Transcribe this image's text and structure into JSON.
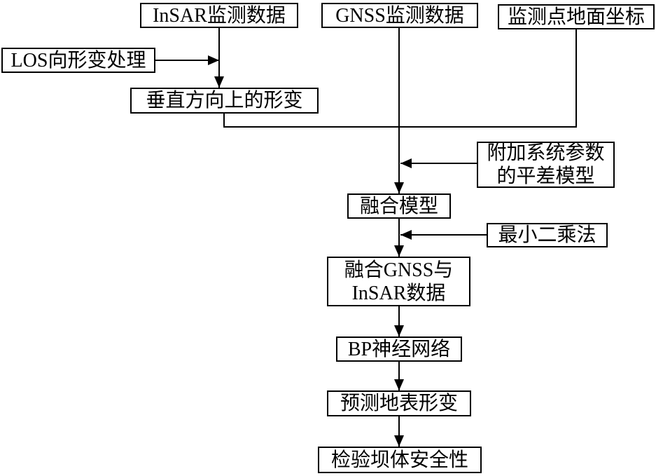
{
  "colors": {
    "page-bg": "#ffffff",
    "box-bg": "#ffffff",
    "box-border": "#000000",
    "text": "#000000",
    "line": "#000000"
  },
  "diagram": {
    "type": "flowchart",
    "nodes": {
      "insar_data": {
        "label": "InSAR监测数据"
      },
      "gnss_data": {
        "label": "GNSS监测数据"
      },
      "ground_coords": {
        "label": "监测点地面坐标"
      },
      "los_processing": {
        "label": "LOS向形变处理"
      },
      "vertical_deformation": {
        "label": "垂直方向上的形变"
      },
      "adjustment_model": {
        "label": "附加系统参数\n的平差模型"
      },
      "fusion_model": {
        "label": "融合模型"
      },
      "least_squares": {
        "label": "最小二乘法"
      },
      "fusion_gnss_insar": {
        "label": "融合GNSS与\nInSAR数据"
      },
      "bp_network": {
        "label": "BP神经网络"
      },
      "predict_deformation": {
        "label": "预测地表形变"
      },
      "dam_safety": {
        "label": "检验坝体安全性"
      }
    },
    "edges": [
      {
        "from": "insar_data",
        "to": "vertical_deformation",
        "type": "arrow"
      },
      {
        "from": "los_processing",
        "to": "vertical_deformation",
        "type": "arrow"
      },
      {
        "from": "vertical_deformation",
        "to": "fusion_model",
        "type": "merge"
      },
      {
        "from": "ground_coords",
        "to": "fusion_model",
        "type": "merge"
      },
      {
        "from": "gnss_data",
        "to": "fusion_model",
        "type": "arrow"
      },
      {
        "from": "adjustment_model",
        "to": "fusion_model",
        "type": "arrow"
      },
      {
        "from": "fusion_model",
        "to": "fusion_gnss_insar",
        "type": "arrow"
      },
      {
        "from": "least_squares",
        "to": "fusion_gnss_insar",
        "type": "arrow"
      },
      {
        "from": "fusion_gnss_insar",
        "to": "bp_network",
        "type": "arrow"
      },
      {
        "from": "bp_network",
        "to": "predict_deformation",
        "type": "arrow"
      },
      {
        "from": "predict_deformation",
        "to": "dam_safety",
        "type": "arrow"
      }
    ]
  }
}
